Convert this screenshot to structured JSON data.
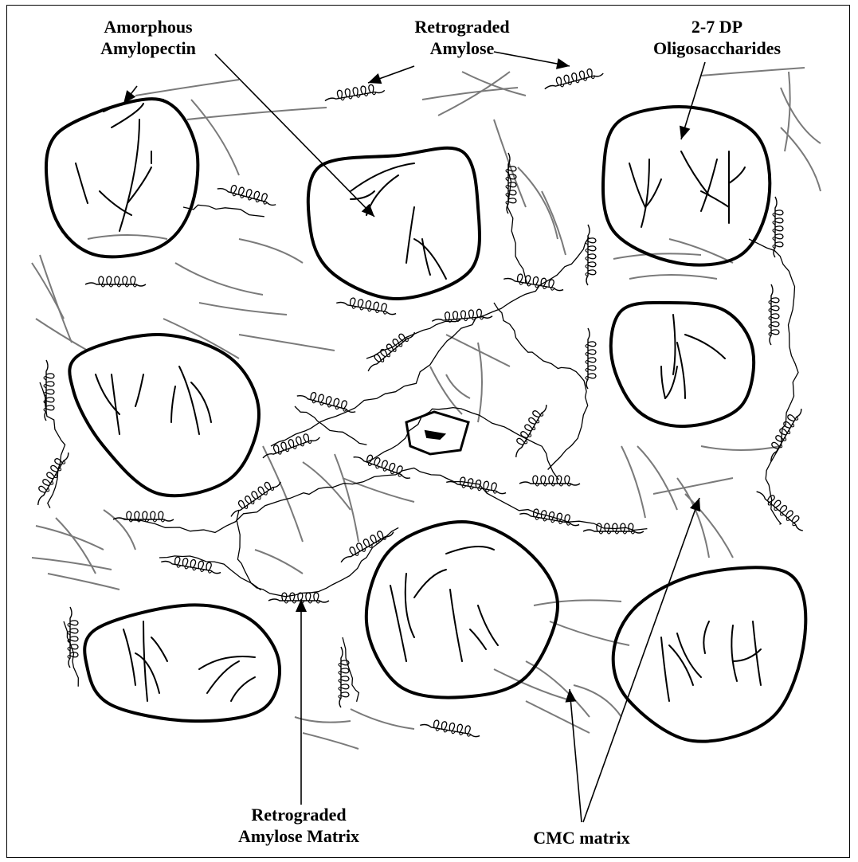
{
  "labels": {
    "amorphous_amylopectin": {
      "line1": "Amorphous",
      "line2": "Amylopectin"
    },
    "retrograded_amylose": {
      "line1": "Retrograded",
      "line2": "Amylose"
    },
    "oligosaccharides": {
      "line1": "2-7 DP",
      "line2": "Oligosaccharides"
    },
    "retrograded_amylose_matrix": {
      "line1": "Retrograded",
      "line2": "Amylose Matrix"
    },
    "cmc_matrix": {
      "line1": "CMC matrix"
    }
  },
  "colors": {
    "ink": "#000000",
    "cmc_strand": "#7a7a7a",
    "background": "#ffffff"
  }
}
